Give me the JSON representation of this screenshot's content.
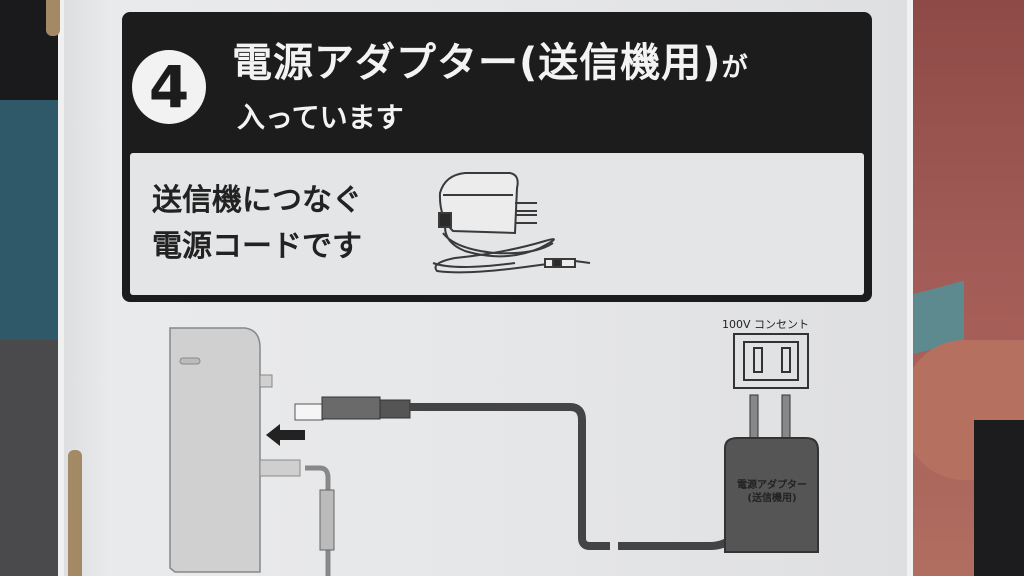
{
  "scene": {
    "description": "Photo of the side of a product box held in a hand, showing step 4 of contents: power adapter for transmitter",
    "colors": {
      "box_white": "#e6e7e9",
      "banner_black": "#1c1c1c",
      "text_light": "#f3f3f3",
      "illustration_gray": "#5a5a5a",
      "background_teal": "#2f5868",
      "hand_skin": "#a05a56"
    }
  },
  "banner": {
    "step_number": "4",
    "title_line1": "電源アダプター(送信機用)",
    "title_particle": "が",
    "title_line2": "入っています"
  },
  "panel": {
    "description_line1": "送信機につなぐ",
    "description_line2": "電源コードです",
    "illustration": "ac-adapter-with-coiled-cord"
  },
  "diagram": {
    "outlet_label": "100V コンセント",
    "adapter_label_line1": "電源アダプター",
    "adapter_label_line2": "(送信機用)",
    "arrow_direction": "left"
  }
}
